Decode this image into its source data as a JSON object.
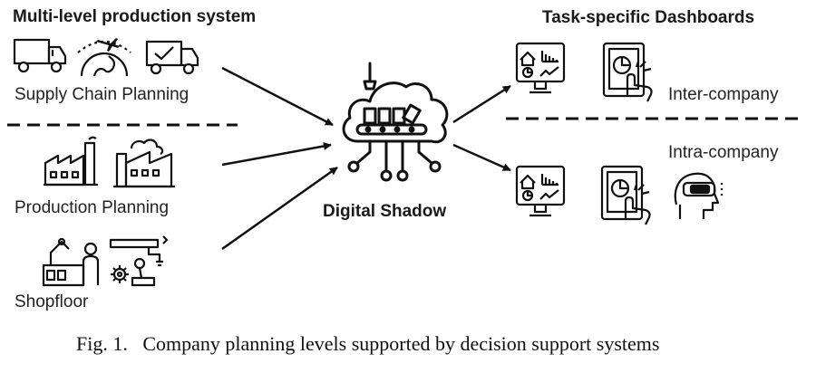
{
  "left": {
    "title": "Multi-level production system",
    "levels": [
      {
        "label": "Supply Chain Planning",
        "icons": [
          "delivery-truck-icon",
          "globe-airplane-icon",
          "truck-checkmark-icon"
        ]
      },
      {
        "label": "Production Planning",
        "icons": [
          "factory-icon",
          "factory-building-icon"
        ]
      },
      {
        "label": "Shopfloor",
        "icons": [
          "robot-worker-icon",
          "robot-arm-gear-icon"
        ]
      }
    ]
  },
  "center": {
    "label": "Digital Shadow",
    "icon": "cloud-conveyor-circuit-icon"
  },
  "right": {
    "title": "Task-specific Dashboards",
    "groups": [
      {
        "label": "Inter-company",
        "icons": [
          "home-monitor-dashboard-icon",
          "tablet-touch-chart-icon"
        ]
      },
      {
        "label": "Intra-company",
        "icons": [
          "home-monitor-dashboard-icon",
          "tablet-touch-chart-icon",
          "vr-headset-icon"
        ]
      }
    ]
  },
  "caption": "Fig. 1.   Company planning levels supported by decision support systems"
}
